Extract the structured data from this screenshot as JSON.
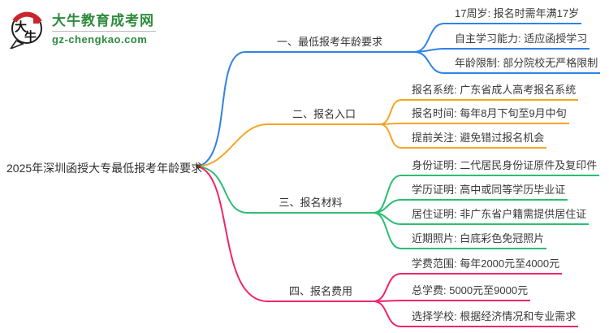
{
  "logo": {
    "site_name": "大牛教育成考网",
    "site_url": "gz-chengkao.com",
    "icon": "cow-badge-icon",
    "icon_char_top": "大",
    "icon_char_bottom": "牛",
    "brand_color": "#2e8b3d",
    "icon_red": "#c9252c",
    "icon_outline": "#1f1f1f"
  },
  "central_topic": {
    "label": "2025年深圳函授大专最低报考年龄要求"
  },
  "center_dot_color": "#7a3b2e",
  "branches": [
    {
      "label": "一、最低报考年龄要求",
      "color": "#2f82e6",
      "children": [
        "17周岁: 报名时需年满17岁",
        "自主学习能力: 适应函授学习",
        "年龄限制: 部分院校无严格限制"
      ]
    },
    {
      "label": "二、报名入口",
      "color": "#f5a623",
      "children": [
        "报名系统: 广东省成人高考报名系统",
        "报名时间: 每年8月下旬至9月中旬",
        "提前关注: 避免错过报名机会"
      ]
    },
    {
      "label": "三、报名材料",
      "color": "#2cbd73",
      "children": [
        "身份证明: 二代居民身份证原件及复印件",
        "学历证明: 高中或同等学历毕业证",
        "居住证明: 非广东省户籍需提供居住证",
        "近期照片: 白底彩色免冠照片"
      ]
    },
    {
      "label": "四、报名费用",
      "color": "#f1246d",
      "children": [
        "学费范围: 每年2000元至4000元",
        "总学费: 5000元至9000元",
        "选择学校: 根据经济情况和专业需求"
      ]
    }
  ]
}
